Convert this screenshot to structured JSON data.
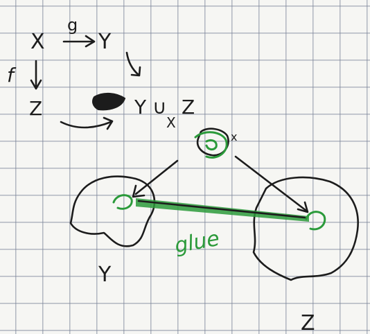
{
  "diagram": {
    "labels": {
      "x": "X",
      "y": "Y",
      "z": "Z",
      "f": "f",
      "g": "g",
      "pushout": "Y ∪",
      "pushout_z": "Z",
      "pushout_sub": "X",
      "x_small": "x",
      "glue": "glue",
      "y_bottom": "Y",
      "z_bottom": "Z"
    },
    "colors": {
      "ink": "#1c1c1c",
      "green": "#2b9a3a",
      "grid": "#7882a0"
    }
  }
}
